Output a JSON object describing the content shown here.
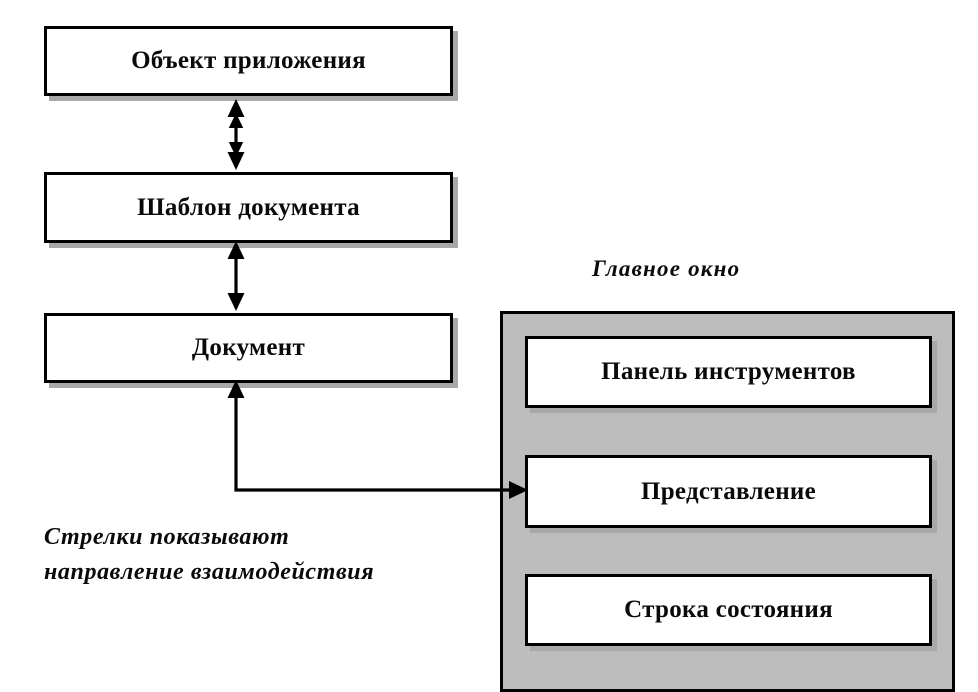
{
  "diagram": {
    "title_caption": "Главное окно",
    "left_column": [
      {
        "id": "app-object",
        "label": "Объект приложения"
      },
      {
        "id": "doc-template",
        "label": "Шаблон документа"
      },
      {
        "id": "document",
        "label": "Документ"
      }
    ],
    "main_window": {
      "caption": "Главное окно",
      "background_color": "#bdbdbd",
      "border_color": "#000000",
      "items": [
        {
          "id": "toolbar",
          "label": "Панель инструментов"
        },
        {
          "id": "view",
          "label": "Представление"
        },
        {
          "id": "status-bar",
          "label": "Строка состояния"
        }
      ]
    },
    "note": {
      "line1": "Стрелки показывают",
      "line2": "направление взаимодействия"
    },
    "connectors": [
      {
        "id": "app-object-to-doc-template",
        "from": "Объект приложения",
        "to": "Шаблон документа",
        "style": "double-headed-vertical"
      },
      {
        "id": "doc-template-to-document",
        "from": "Шаблон документа",
        "to": "Документ",
        "style": "double-headed-vertical"
      },
      {
        "id": "document-to-view",
        "from": "Документ",
        "to": "Представление",
        "style": "double-headed-elbow"
      }
    ],
    "colors": {
      "box_fill": "#ffffff",
      "box_border": "#000000",
      "box_shadow": "#a8a8a8",
      "panel_fill": "#bdbdbd",
      "text": "#0a0a0a",
      "arrow": "#000000"
    }
  }
}
